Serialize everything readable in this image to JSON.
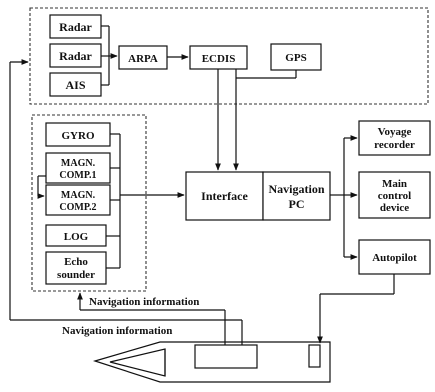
{
  "diagram": {
    "radar_top": "Radar",
    "radar_mid": "Radar",
    "ais": "AIS",
    "arpa": "ARPA",
    "ecdis": "ECDIS",
    "gps": "GPS",
    "gyro": "GYRO",
    "magn_comp_1": [
      "MAGN.",
      "COMP.1"
    ],
    "magn_comp_2": [
      "MAGN.",
      "COMP.2"
    ],
    "log": "LOG",
    "echo_sounder": [
      "Echo",
      "sounder"
    ],
    "interface": "Interface",
    "navigation_pc": [
      "Navigation",
      "PC"
    ],
    "voyage_recorder": [
      "Voyage",
      "recorder"
    ],
    "main_control_device": [
      "Main",
      "control",
      "device"
    ],
    "autopilot": "Autopilot",
    "nav_info_inner": "Navigation  information",
    "nav_info_outer": "Navigation  information"
  }
}
